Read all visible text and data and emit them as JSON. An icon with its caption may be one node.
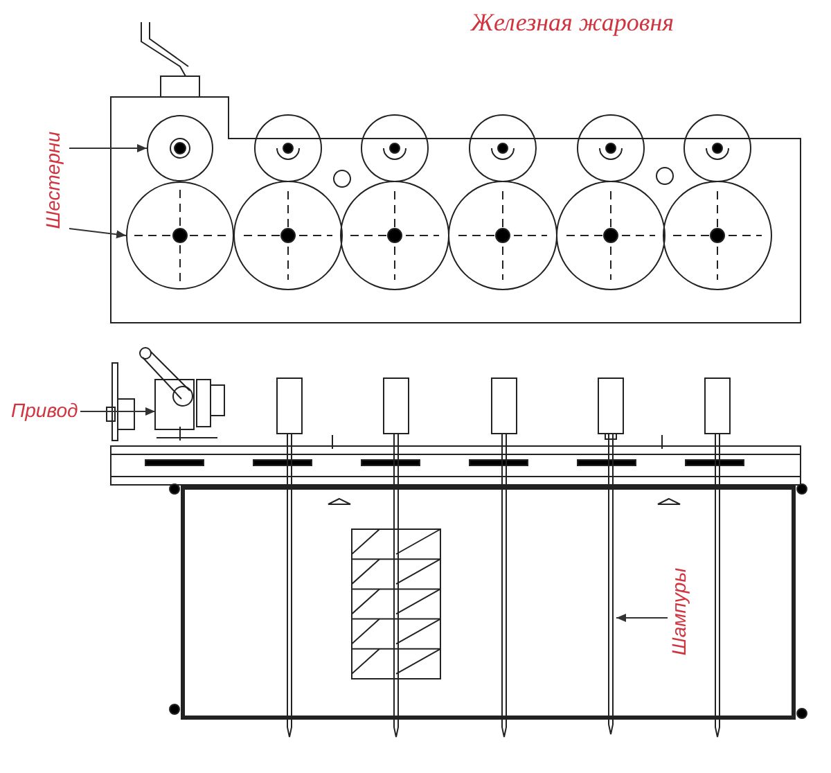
{
  "diagram": {
    "title": "Железная жаровня",
    "nodes": [
      {
        "text": [
          "Шестерни"
        ]
      },
      {
        "text": [],
        "shape": "circle"
      },
      {
        "text": [],
        "shape": "circle"
      },
      {
        "text": [
          "Привод"
        ]
      },
      {
        "text": [],
        "shape": "picture"
      },
      {
        "text": [
          "Шампуры"
        ]
      },
      {
        "text": [],
        "shape": "bar"
      }
    ],
    "edges": [
      {
        "from": 0,
        "to": 1,
        "arrow": "to"
      },
      {
        "from": 0,
        "to": 2,
        "arrow": "to"
      },
      {
        "from": 3,
        "to": 4,
        "arrow": "to"
      },
      {
        "from": 5,
        "to": 6,
        "arrow": "to"
      }
    ]
  }
}
